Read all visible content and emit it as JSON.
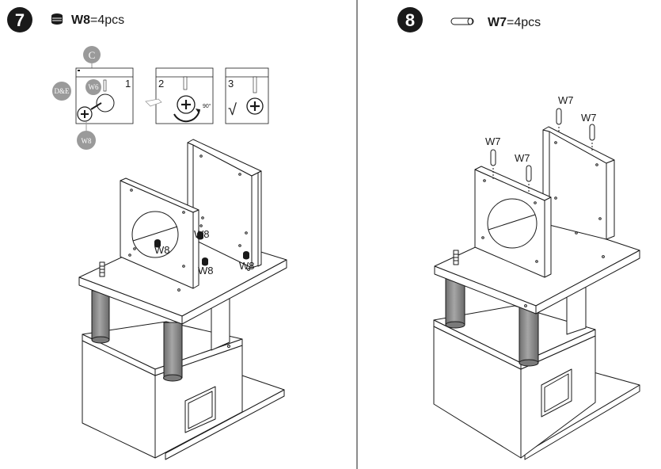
{
  "step7": {
    "number": "7",
    "part": "W8",
    "qty": "=4pcs",
    "inset": {
      "label_c": "C",
      "label_dne": "D&E",
      "label_w6": "W6",
      "label_w8": "W8",
      "step1": "1",
      "step2": "2",
      "step3": "3",
      "angle": "90°",
      "check": "√"
    },
    "callouts": [
      "W8",
      "W8",
      "W8",
      "W8"
    ]
  },
  "step8": {
    "number": "8",
    "part": "W7",
    "qty": "=4pcs",
    "callouts": [
      "W7",
      "W7",
      "W7",
      "W7"
    ]
  },
  "colors": {
    "badge": "#1a1a1a",
    "grey_tag": "#9a9a9a",
    "post": "#8c8c8c",
    "line": "#1a1a1a"
  }
}
